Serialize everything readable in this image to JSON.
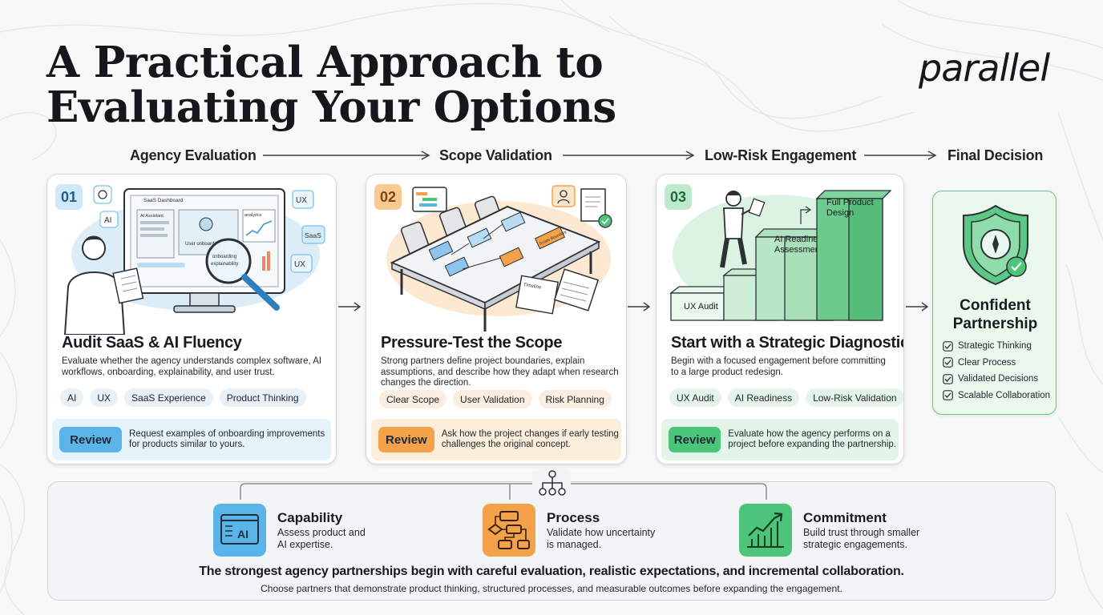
{
  "title": {
    "line1": "A Practical Approach to",
    "line2": "Evaluating Your Options"
  },
  "logo": "parallel",
  "stages": [
    "Agency Evaluation",
    "Scope Validation",
    "Low-Risk Engagement",
    "Final Decision"
  ],
  "cards": [
    {
      "number": "01",
      "title": "Audit SaaS & AI Fluency",
      "description": "Evaluate whether the agency understands complex software, AI workflows, onboarding, explainability, and user trust.",
      "tags": [
        "AI",
        "UX",
        "SaaS Experience",
        "Product Thinking"
      ],
      "review_label": "Review",
      "review_text": "Request examples of onboarding improvements for products similar to yours.",
      "illustration": {
        "window_title": "SaaS Dashboard",
        "panel_label": "AI Assistant",
        "chart_label": "analytics",
        "magnifier_text": [
          "onboarding",
          "explainability"
        ],
        "subtext": "User onboarding",
        "side_labels": [
          "AI",
          "UX",
          "SaaS",
          "UX"
        ]
      },
      "colors": {
        "accent": "#5bb4e8",
        "accent_bg": "#dcf0fb",
        "review_bg": "#e6f3fb",
        "tag_bg": "#e8f1f7"
      }
    },
    {
      "number": "02",
      "title": "Pressure-Test the Scope",
      "description": "Strong partners define project boundaries, explain assumptions, and describe how they adapt when research changes the direction.",
      "tags": [
        "Clear Scope",
        "User Validation",
        "Risk Planning"
      ],
      "review_label": "Review",
      "review_text": "Ask how the project changes if early testing challenges the original concept.",
      "illustration": {
        "doc_label": "Timeline",
        "sticky_label": "Scope Boundary"
      },
      "colors": {
        "accent": "#f4a24a",
        "accent_bg": "#fde6cc",
        "review_bg": "#fdeedc",
        "tag_bg": "#fbeee0"
      }
    },
    {
      "number": "03",
      "title": "Start with a Strategic Diagnostic",
      "description": "Begin with a focused engagement before committing to a large product redesign.",
      "tags": [
        "UX Audit",
        "AI Readiness",
        "Low-Risk Validation"
      ],
      "review_label": "Review",
      "review_text": "Evaluate how the agency performs on a project before expanding the partnership.",
      "illustration": {
        "steps": [
          "UX Audit",
          "AI Readiness Assessment",
          "Full Product Design"
        ]
      },
      "colors": {
        "accent": "#4cc47a",
        "accent_bg": "#d6f3df",
        "review_bg": "#e2f5e8",
        "tag_bg": "#e6f3ea"
      }
    }
  ],
  "final": {
    "title_line1": "Confident",
    "title_line2": "Partnership",
    "checks": [
      "Strategic Thinking",
      "Clear Process",
      "Validated Decisions",
      "Scalable Collaboration"
    ],
    "colors": {
      "accent": "#4cc47a",
      "bg": "#eaf8ee"
    }
  },
  "pillars": [
    {
      "title": "Capability",
      "desc_line1": "Assess product and",
      "desc_line2": "AI expertise.",
      "icon": "ai-window-icon",
      "color": "#5bb4e8",
      "icon_text": "AI"
    },
    {
      "title": "Process",
      "desc_line1": "Validate how uncertainty",
      "desc_line2": "is managed.",
      "icon": "flowchart-icon",
      "color": "#f4a24a"
    },
    {
      "title": "Commitment",
      "desc_line1": "Build trust through smaller",
      "desc_line2": "strategic engagements.",
      "icon": "growth-chart-icon",
      "color": "#4cc47a"
    }
  ],
  "conclusion": {
    "main": "The strongest agency partnerships begin with careful evaluation, realistic expectations, and incremental collaboration.",
    "sub": "Choose partners that demonstrate product thinking, structured processes, and measurable outcomes before expanding the engagement."
  }
}
